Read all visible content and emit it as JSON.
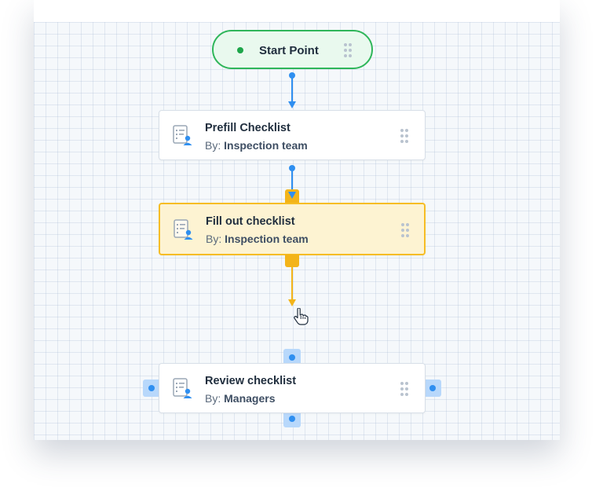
{
  "start": {
    "label": "Start Point",
    "color": "#2fb65a"
  },
  "nodes": [
    {
      "title": "Prefill Checklist",
      "by_label": "By:",
      "assignee": "Inspection team",
      "state": "default"
    },
    {
      "title": "Fill out checklist",
      "by_label": "By:",
      "assignee": "Inspection team",
      "state": "selected"
    },
    {
      "title": "Review checklist",
      "by_label": "By:",
      "assignee": "Managers",
      "state": "drop-target"
    }
  ],
  "icons": {
    "node": "checklist-user-icon",
    "grip": "drag-handle-icon",
    "cursor": "hand-pointer-icon"
  },
  "colors": {
    "connector": "#2f8ff0",
    "selected_border": "#f6bd25",
    "selected_fill": "#fdf3d2",
    "port": "#b8d8fb"
  }
}
